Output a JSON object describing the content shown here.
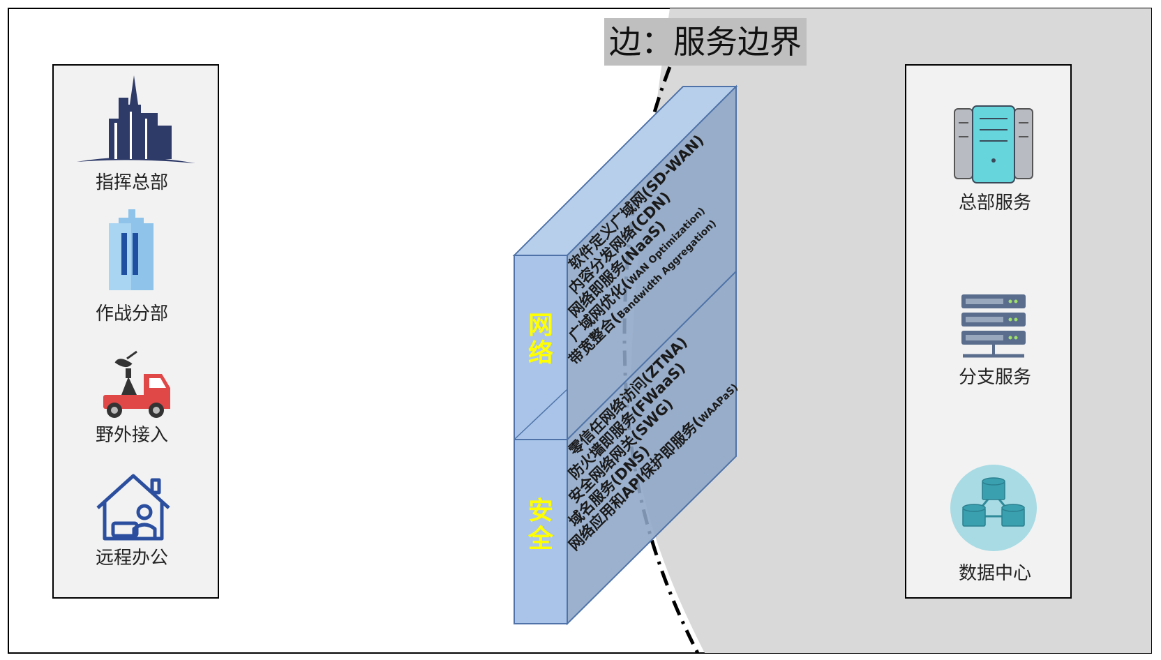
{
  "title": "边：服务边界",
  "left_panel": {
    "items": [
      {
        "label": "指挥总部",
        "icon": "headquarters-building-icon"
      },
      {
        "label": "作战分部",
        "icon": "branch-building-icon"
      },
      {
        "label": "野外接入",
        "icon": "satellite-truck-icon"
      },
      {
        "label": "远程办公",
        "icon": "home-office-icon"
      }
    ]
  },
  "right_panel": {
    "items": [
      {
        "label": "总部服务",
        "icon": "hq-server-icon"
      },
      {
        "label": "分支服务",
        "icon": "server-rack-icon"
      },
      {
        "label": "数据中心",
        "icon": "database-network-icon"
      }
    ]
  },
  "wall": {
    "network": {
      "label": "网络",
      "lines": [
        {
          "main": "软件定义广域网(SD-WAN)",
          "small": ""
        },
        {
          "main": "内容分发网络(CDN)",
          "small": ""
        },
        {
          "main": "网络即服务(NaaS)",
          "small": ""
        },
        {
          "main": "广域网优化(",
          "small": "WAN Optimization)"
        },
        {
          "main": "带宽整合(",
          "small": "Bandwidth Aggregation)"
        }
      ]
    },
    "security": {
      "label": "安全",
      "lines": [
        {
          "main": "零信任网络访问(ZTNA)",
          "small": ""
        },
        {
          "main": "防火墙即服务(FWaaS)",
          "small": ""
        },
        {
          "main": "安全网络网关(SWG)",
          "small": ""
        },
        {
          "main": "域名服务(DNS)",
          "small": ""
        },
        {
          "main": "网络应用和API保护即服务(",
          "small": "WAAPaS)"
        }
      ]
    }
  },
  "colors": {
    "cloud_region": "#d9d9d9",
    "panel_fill": "#f2f2f2",
    "wall_front": "#a9c4e8",
    "wall_side": "#8ea6c6",
    "wall_top": "#b8cfec",
    "band_text": "#ffff00",
    "title_box": "#bfbfbf"
  }
}
